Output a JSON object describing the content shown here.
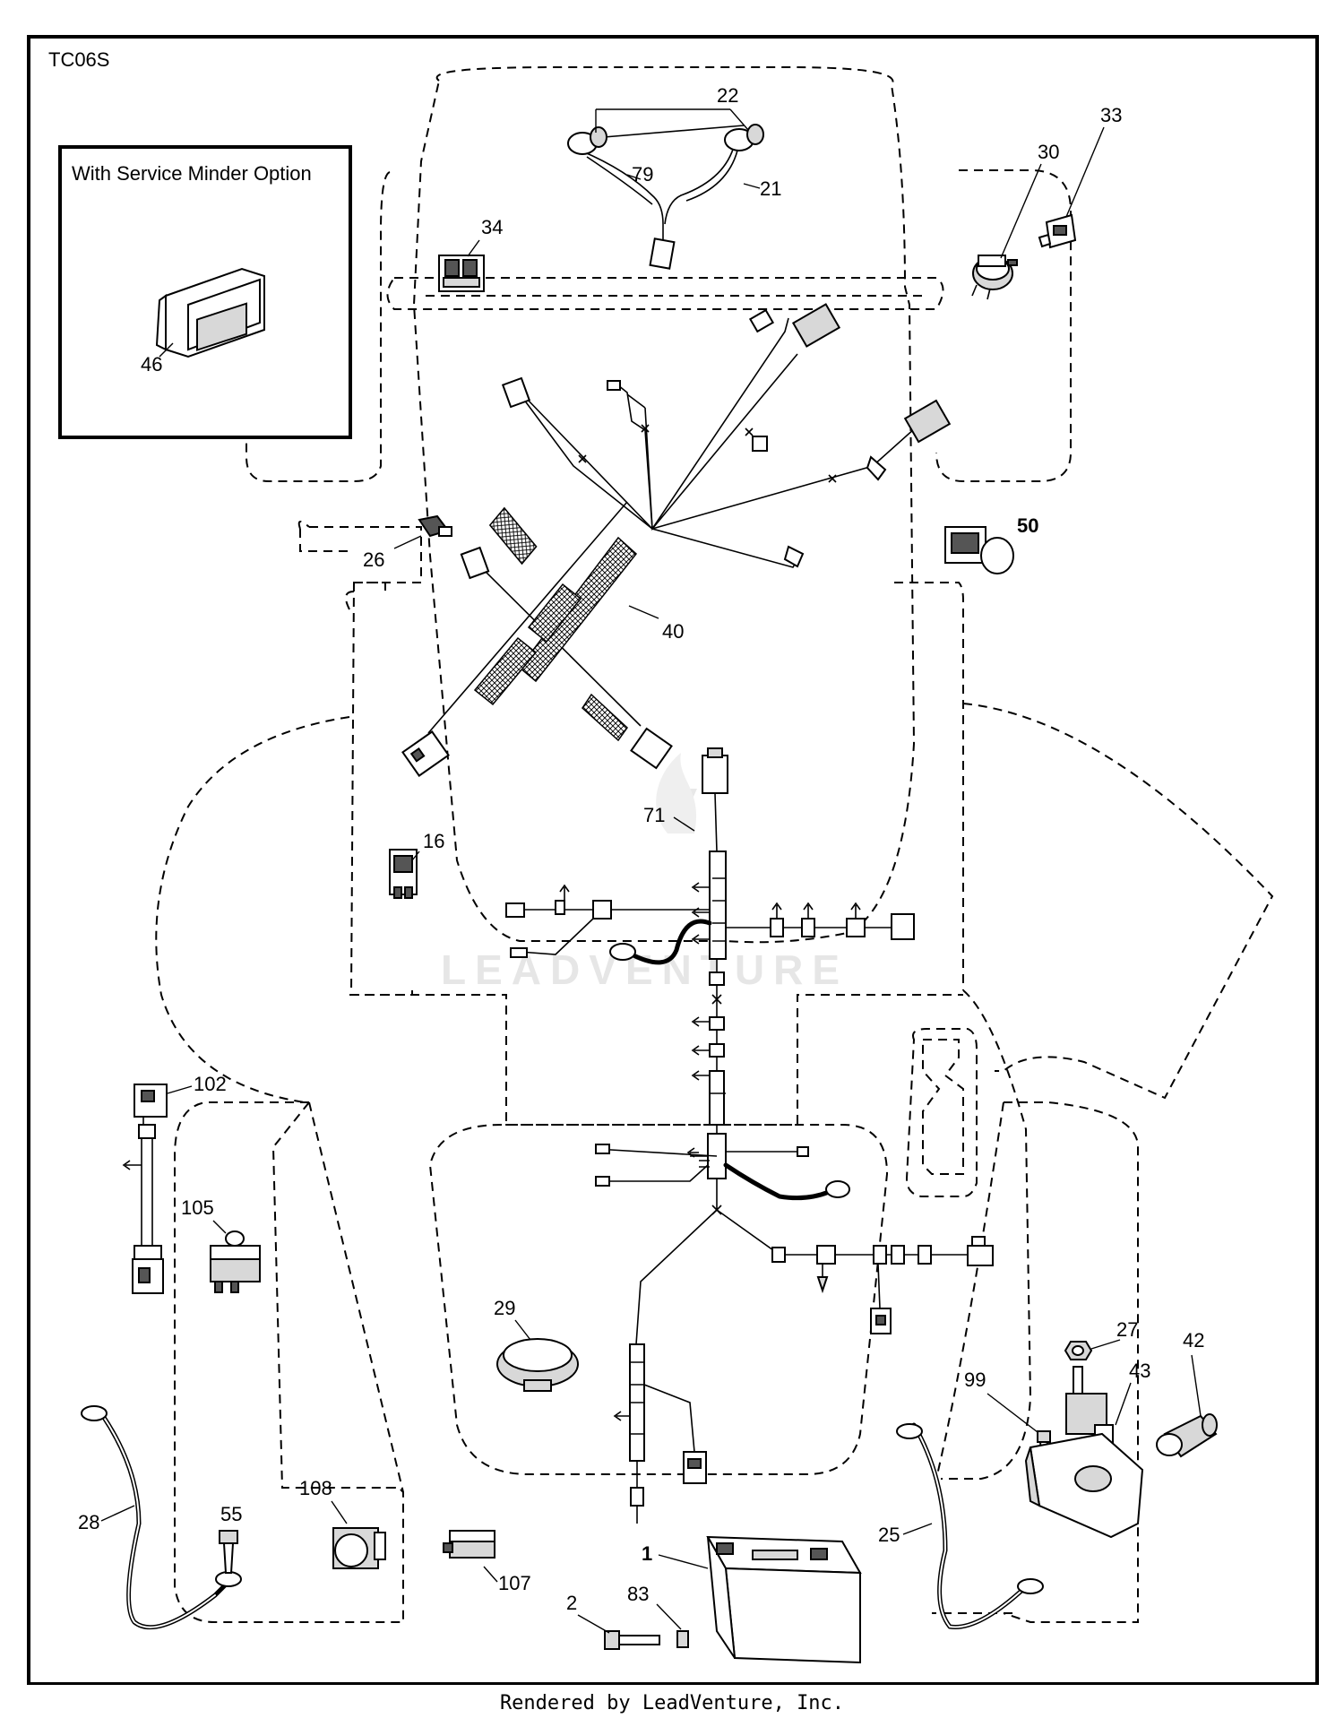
{
  "diagram_code": "TC06S",
  "inset_title": "With Service Minder Option",
  "watermark_text": "LEADVENTURE",
  "footer": "Rendered by LeadVenture, Inc.",
  "part_labels": {
    "p1": "1",
    "p2": "2",
    "p16": "16",
    "p21": "21",
    "p22": "22",
    "p25": "25",
    "p26": "26",
    "p27": "27",
    "p28": "28",
    "p29": "29",
    "p30": "30",
    "p33": "33",
    "p34": "34",
    "p40": "40",
    "p42": "42",
    "p43": "43",
    "p46": "46",
    "p50": "50",
    "p55": "55",
    "p71": "71",
    "p79": "79",
    "p83": "83",
    "p99": "99",
    "p102": "102",
    "p105": "105",
    "p107": "107",
    "p108": "108"
  }
}
